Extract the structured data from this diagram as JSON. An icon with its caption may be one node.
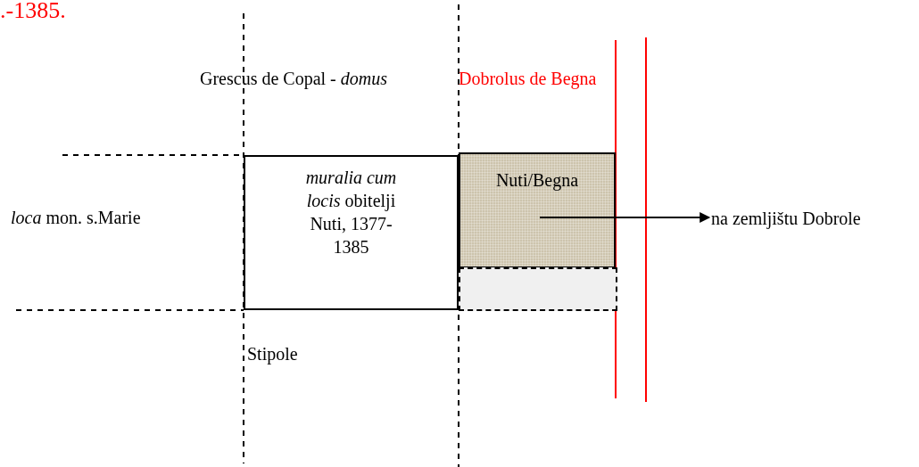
{
  "diagram": {
    "nodes": [
      {
        "text": [
          "*muralia cum locis* obitelji Nuti, 1377-1385"
        ]
      },
      {
        "text": [
          "Nuti/Begna"
        ]
      },
      {
        "text": [],
        "shape": "box"
      },
      {
        "text": [
          "na zemljištu Dobrole"
        ]
      }
    ],
    "edges": [
      {
        "from": 1,
        "to": 3,
        "arrow": "to"
      }
    ],
    "labels": [
      ".-1385.",
      "Grescus de Copal - *domus*",
      "Dobrolus de Begna",
      "*loca* mon. s.Marie",
      "Stipole"
    ]
  }
}
